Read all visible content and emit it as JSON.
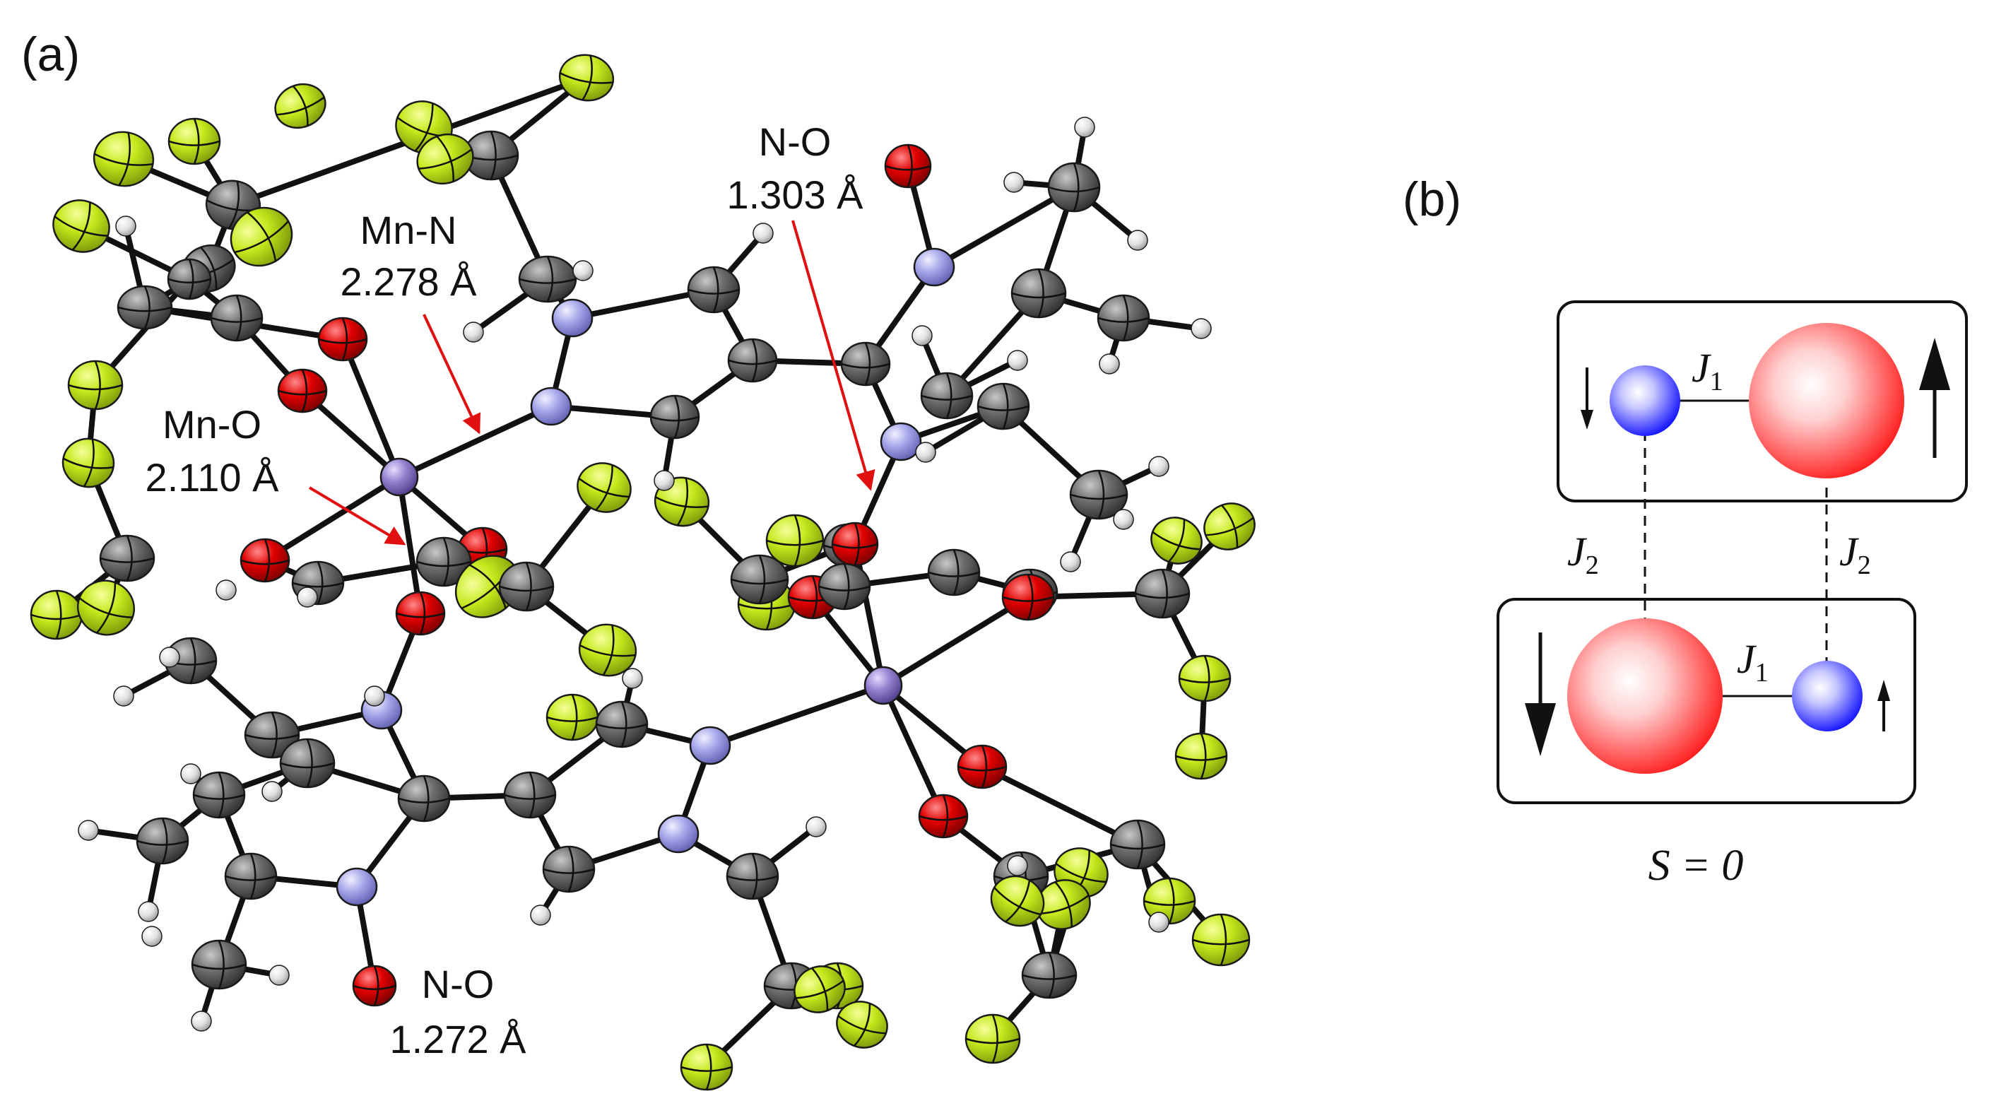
{
  "panels": {
    "a": "(a)",
    "b": "(b)"
  },
  "annotations": {
    "mn_n": {
      "name": "Mn-N",
      "value": "2.278 Å"
    },
    "mn_o": {
      "name": "Mn-O",
      "value": "2.110 Å"
    },
    "n_o_top": {
      "name": "N-O",
      "value": "1.303 Å"
    },
    "n_o_bottom": {
      "name": "N-O",
      "value": "1.272 Å"
    }
  },
  "scheme": {
    "j1_letter": "J",
    "j1_sub": "1",
    "j2_letter": "J",
    "j2_sub": "2",
    "spin_label": "S = 0"
  },
  "colors": {
    "carbon": "#5a5a5a",
    "fluorine": "#b9e21a",
    "oxygen": "#d40000",
    "nitrogen": "#9a9ae0",
    "manganese": "#8a78c8",
    "hydrogen": "#dddddd",
    "arrow": "#e01010",
    "radical_blue": "#1a1aff",
    "metal_red": "#ff2020"
  }
}
